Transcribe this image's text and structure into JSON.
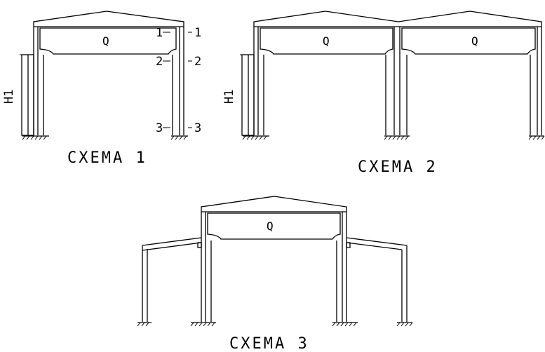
{
  "frames": {
    "scheme1": {
      "caption": "CXEMA 1",
      "crane_label": "Q",
      "height_label": "H1",
      "sections": [
        {
          "left": "1",
          "right": "1"
        },
        {
          "left": "2",
          "right": "2"
        },
        {
          "left": "3",
          "right": "3"
        }
      ]
    },
    "scheme2": {
      "caption": "CXEMA 2",
      "crane_labels": [
        "Q",
        "Q"
      ],
      "height_label": "H1"
    },
    "scheme3": {
      "caption": "CXEMA 3",
      "crane_label": "Q"
    }
  }
}
